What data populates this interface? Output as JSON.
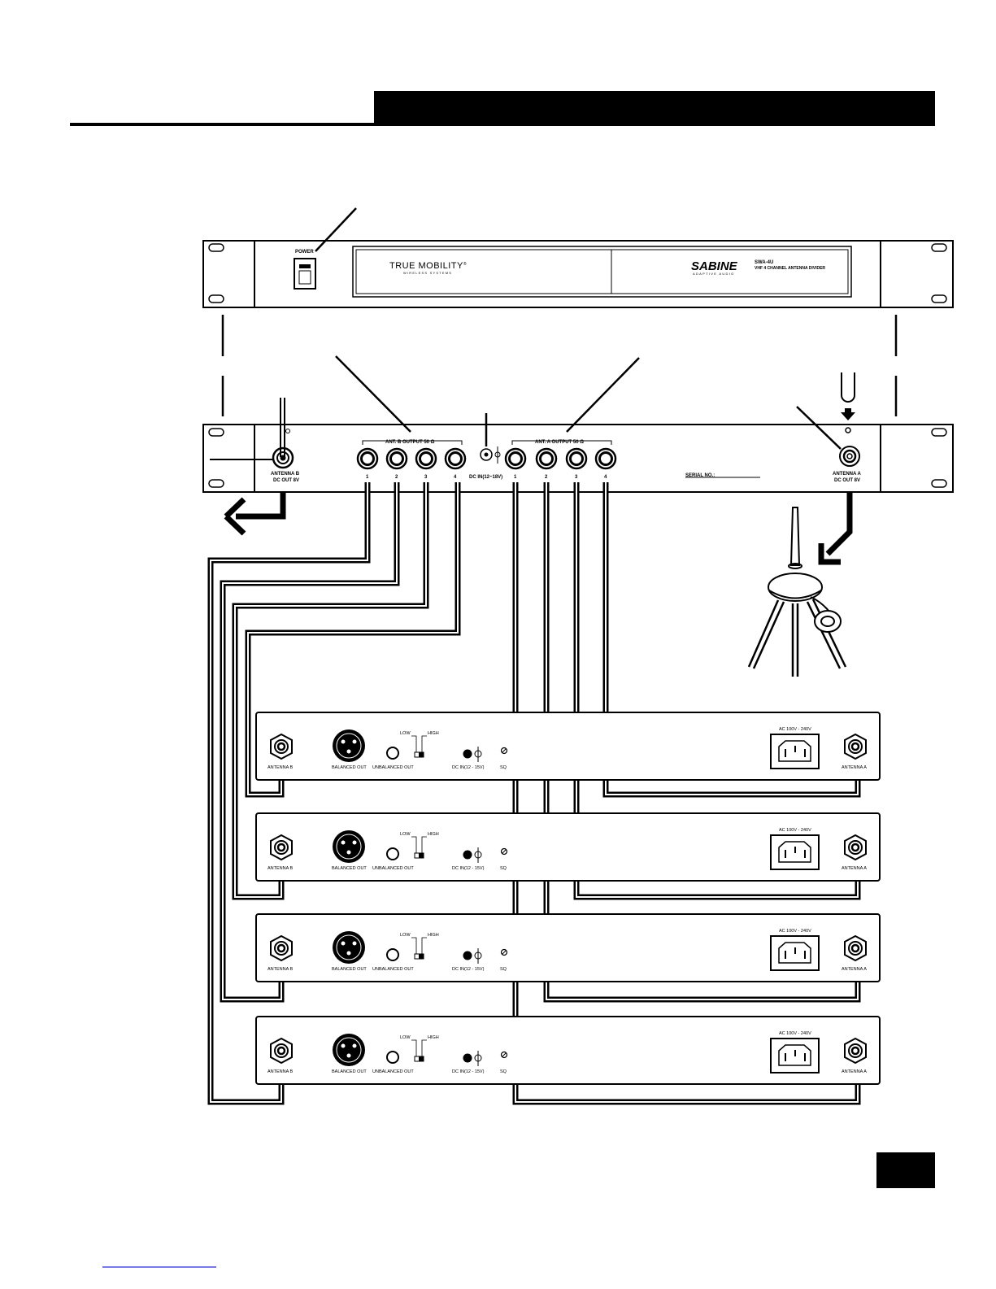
{
  "front_panel": {
    "power_label": "POWER",
    "logo_left": "TRUE MOBILITY",
    "logo_left_mark": "®",
    "logo_left_sub": "WIRELESS SYSTEMS",
    "brand": "SABINE",
    "brand_sub": "ADAPTIVE AUDIO",
    "model": "SWA-4U",
    "model_desc": "VHF 4 CHANNEL ANTENNA DIVIDER"
  },
  "rear_panel": {
    "ant_b_output_label": "ANT. B OUTPUT 50 Ω",
    "ant_a_output_label": "ANT. A OUTPUT 50 Ω",
    "output_numbers": [
      "1",
      "2",
      "3",
      "4"
    ],
    "antenna_b_label": "ANTENNA B",
    "antenna_b_sub": "DC OUT 8V",
    "antenna_a_label": "ANTENNA A",
    "antenna_a_sub": "DC OUT 8V",
    "dc_in_label": "DC IN(12~18V)",
    "serial_label": "SERIAL NO.:"
  },
  "receiver": {
    "antenna_b": "ANTENNA B",
    "balanced_out": "BALANCED OUT",
    "unbalanced_out": "UNBALANCED OUT",
    "low": "LOW",
    "high": "HIGH",
    "dc_in": "DC IN(12 - 15V)",
    "sq": "SQ",
    "ac": "AC 100V - 240V",
    "antenna_a": "ANTENNA A"
  },
  "colors": {
    "ink": "#000000",
    "paper": "#ffffff"
  }
}
